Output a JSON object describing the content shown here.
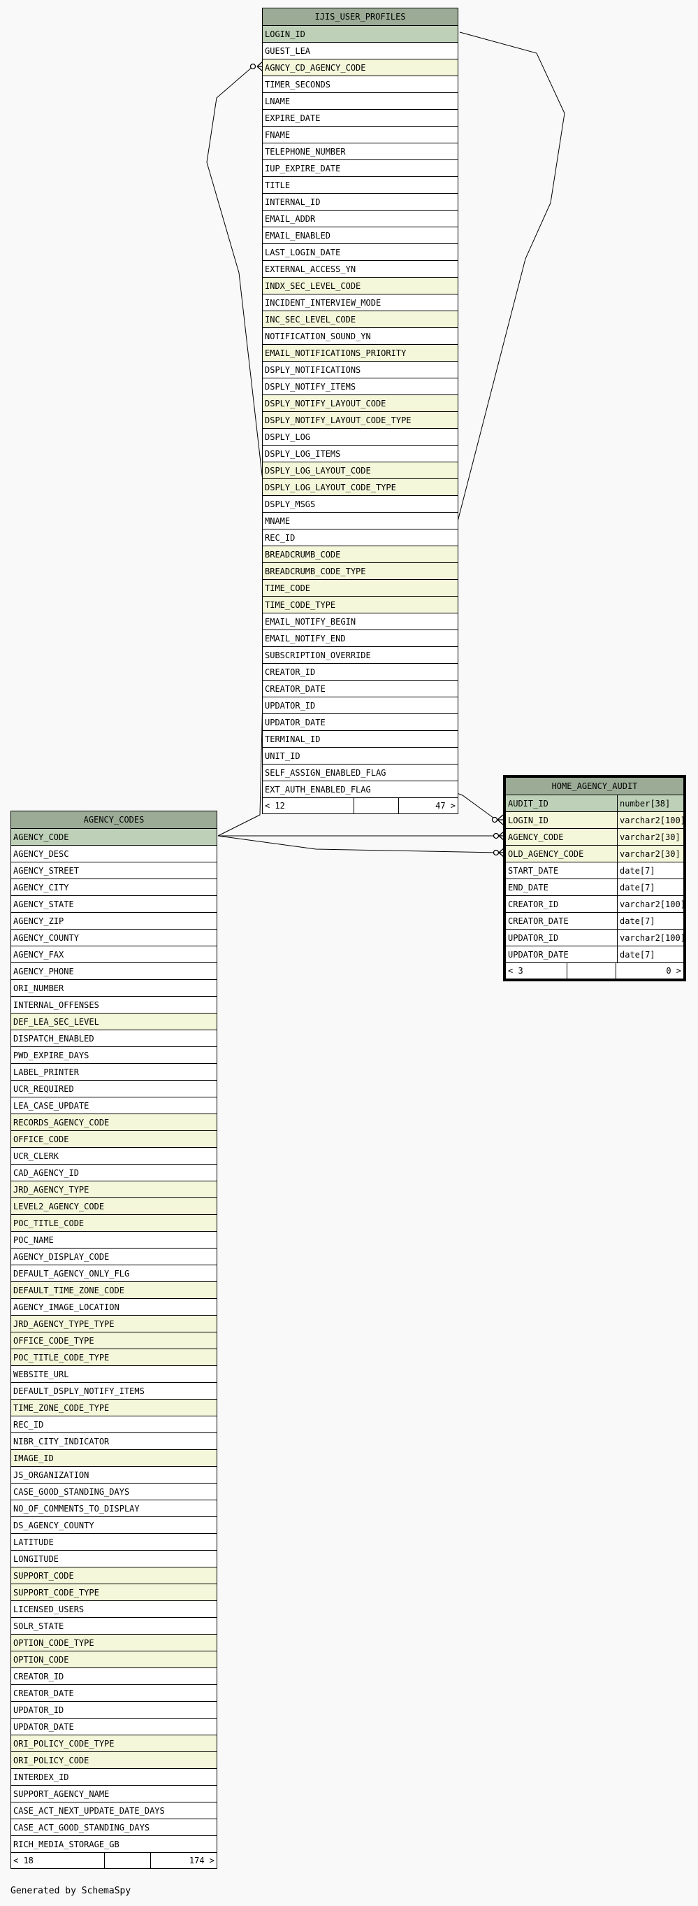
{
  "colors": {
    "background": "#f9f9f9",
    "header": "#9bab96",
    "primary_key_row": "#bed1b8",
    "foreign_key_row": "#f4f7da",
    "normal_row": "#ffffff"
  },
  "tables": {
    "ijis_user_profiles": {
      "name": "IJIS_USER_PROFILES",
      "columns": [
        {
          "name": "LOGIN_ID",
          "kind": "pk"
        },
        {
          "name": "GUEST_LEA",
          "kind": "nm"
        },
        {
          "name": "AGNCY_CD_AGENCY_CODE",
          "kind": "fk"
        },
        {
          "name": "TIMER_SECONDS",
          "kind": "nm"
        },
        {
          "name": "LNAME",
          "kind": "nm"
        },
        {
          "name": "EXPIRE_DATE",
          "kind": "nm"
        },
        {
          "name": "FNAME",
          "kind": "nm"
        },
        {
          "name": "TELEPHONE_NUMBER",
          "kind": "nm"
        },
        {
          "name": "IUP_EXPIRE_DATE",
          "kind": "nm"
        },
        {
          "name": "TITLE",
          "kind": "nm"
        },
        {
          "name": "INTERNAL_ID",
          "kind": "nm"
        },
        {
          "name": "EMAIL_ADDR",
          "kind": "nm"
        },
        {
          "name": "EMAIL_ENABLED",
          "kind": "nm"
        },
        {
          "name": "LAST_LOGIN_DATE",
          "kind": "nm"
        },
        {
          "name": "EXTERNAL_ACCESS_YN",
          "kind": "nm"
        },
        {
          "name": "INDX_SEC_LEVEL_CODE",
          "kind": "fk"
        },
        {
          "name": "INCIDENT_INTERVIEW_MODE",
          "kind": "nm"
        },
        {
          "name": "INC_SEC_LEVEL_CODE",
          "kind": "fk"
        },
        {
          "name": "NOTIFICATION_SOUND_YN",
          "kind": "nm"
        },
        {
          "name": "EMAIL_NOTIFICATIONS_PRIORITY",
          "kind": "fk"
        },
        {
          "name": "DSPLY_NOTIFICATIONS",
          "kind": "nm"
        },
        {
          "name": "DSPLY_NOTIFY_ITEMS",
          "kind": "nm"
        },
        {
          "name": "DSPLY_NOTIFY_LAYOUT_CODE",
          "kind": "fk"
        },
        {
          "name": "DSPLY_NOTIFY_LAYOUT_CODE_TYPE",
          "kind": "fk"
        },
        {
          "name": "DSPLY_LOG",
          "kind": "nm"
        },
        {
          "name": "DSPLY_LOG_ITEMS",
          "kind": "nm"
        },
        {
          "name": "DSPLY_LOG_LAYOUT_CODE",
          "kind": "fk"
        },
        {
          "name": "DSPLY_LOG_LAYOUT_CODE_TYPE",
          "kind": "fk"
        },
        {
          "name": "DSPLY_MSGS",
          "kind": "nm"
        },
        {
          "name": "MNAME",
          "kind": "nm"
        },
        {
          "name": "REC_ID",
          "kind": "nm"
        },
        {
          "name": "BREADCRUMB_CODE",
          "kind": "fk"
        },
        {
          "name": "BREADCRUMB_CODE_TYPE",
          "kind": "fk"
        },
        {
          "name": "TIME_CODE",
          "kind": "fk"
        },
        {
          "name": "TIME_CODE_TYPE",
          "kind": "fk"
        },
        {
          "name": "EMAIL_NOTIFY_BEGIN",
          "kind": "nm"
        },
        {
          "name": "EMAIL_NOTIFY_END",
          "kind": "nm"
        },
        {
          "name": "SUBSCRIPTION_OVERRIDE",
          "kind": "nm"
        },
        {
          "name": "CREATOR_ID",
          "kind": "nm"
        },
        {
          "name": "CREATOR_DATE",
          "kind": "nm"
        },
        {
          "name": "UPDATOR_ID",
          "kind": "nm"
        },
        {
          "name": "UPDATOR_DATE",
          "kind": "nm"
        },
        {
          "name": "TERMINAL_ID",
          "kind": "nm"
        },
        {
          "name": "UNIT_ID",
          "kind": "nm"
        },
        {
          "name": "SELF_ASSIGN_ENABLED_FLAG",
          "kind": "nm"
        },
        {
          "name": "EXT_AUTH_ENABLED_FLAG",
          "kind": "nm"
        }
      ],
      "footer": {
        "parents": "< 12",
        "middle": "",
        "children": "47 >"
      }
    },
    "agency_codes": {
      "name": "AGENCY_CODES",
      "columns": [
        {
          "name": "AGENCY_CODE",
          "kind": "pk"
        },
        {
          "name": "AGENCY_DESC",
          "kind": "nm"
        },
        {
          "name": "AGENCY_STREET",
          "kind": "nm"
        },
        {
          "name": "AGENCY_CITY",
          "kind": "nm"
        },
        {
          "name": "AGENCY_STATE",
          "kind": "nm"
        },
        {
          "name": "AGENCY_ZIP",
          "kind": "nm"
        },
        {
          "name": "AGENCY_COUNTY",
          "kind": "nm"
        },
        {
          "name": "AGENCY_FAX",
          "kind": "nm"
        },
        {
          "name": "AGENCY_PHONE",
          "kind": "nm"
        },
        {
          "name": "ORI_NUMBER",
          "kind": "nm"
        },
        {
          "name": "INTERNAL_OFFENSES",
          "kind": "nm"
        },
        {
          "name": "DEF_LEA_SEC_LEVEL",
          "kind": "fk"
        },
        {
          "name": "DISPATCH_ENABLED",
          "kind": "nm"
        },
        {
          "name": "PWD_EXPIRE_DAYS",
          "kind": "nm"
        },
        {
          "name": "LABEL_PRINTER",
          "kind": "nm"
        },
        {
          "name": "UCR_REQUIRED",
          "kind": "nm"
        },
        {
          "name": "LEA_CASE_UPDATE",
          "kind": "nm"
        },
        {
          "name": "RECORDS_AGENCY_CODE",
          "kind": "fk"
        },
        {
          "name": "OFFICE_CODE",
          "kind": "fk"
        },
        {
          "name": "UCR_CLERK",
          "kind": "nm"
        },
        {
          "name": "CAD_AGENCY_ID",
          "kind": "nm"
        },
        {
          "name": "JRD_AGENCY_TYPE",
          "kind": "fk"
        },
        {
          "name": "LEVEL2_AGENCY_CODE",
          "kind": "fk"
        },
        {
          "name": "POC_TITLE_CODE",
          "kind": "fk"
        },
        {
          "name": "POC_NAME",
          "kind": "nm"
        },
        {
          "name": "AGENCY_DISPLAY_CODE",
          "kind": "nm"
        },
        {
          "name": "DEFAULT_AGENCY_ONLY_FLG",
          "kind": "nm"
        },
        {
          "name": "DEFAULT_TIME_ZONE_CODE",
          "kind": "fk"
        },
        {
          "name": "AGENCY_IMAGE_LOCATION",
          "kind": "nm"
        },
        {
          "name": "JRD_AGENCY_TYPE_TYPE",
          "kind": "fk"
        },
        {
          "name": "OFFICE_CODE_TYPE",
          "kind": "fk"
        },
        {
          "name": "POC_TITLE_CODE_TYPE",
          "kind": "fk"
        },
        {
          "name": "WEBSITE_URL",
          "kind": "nm"
        },
        {
          "name": "DEFAULT_DSPLY_NOTIFY_ITEMS",
          "kind": "nm"
        },
        {
          "name": "TIME_ZONE_CODE_TYPE",
          "kind": "fk"
        },
        {
          "name": "REC_ID",
          "kind": "nm"
        },
        {
          "name": "NIBR_CITY_INDICATOR",
          "kind": "nm"
        },
        {
          "name": "IMAGE_ID",
          "kind": "fk"
        },
        {
          "name": "JS_ORGANIZATION",
          "kind": "nm"
        },
        {
          "name": "CASE_GOOD_STANDING_DAYS",
          "kind": "nm"
        },
        {
          "name": "NO_OF_COMMENTS_TO_DISPLAY",
          "kind": "nm"
        },
        {
          "name": "DS_AGENCY_COUNTY",
          "kind": "nm"
        },
        {
          "name": "LATITUDE",
          "kind": "nm"
        },
        {
          "name": "LONGITUDE",
          "kind": "nm"
        },
        {
          "name": "SUPPORT_CODE",
          "kind": "fk"
        },
        {
          "name": "SUPPORT_CODE_TYPE",
          "kind": "fk"
        },
        {
          "name": "LICENSED_USERS",
          "kind": "nm"
        },
        {
          "name": "SOLR_STATE",
          "kind": "nm"
        },
        {
          "name": "OPTION_CODE_TYPE",
          "kind": "fk"
        },
        {
          "name": "OPTION_CODE",
          "kind": "fk"
        },
        {
          "name": "CREATOR_ID",
          "kind": "nm"
        },
        {
          "name": "CREATOR_DATE",
          "kind": "nm"
        },
        {
          "name": "UPDATOR_ID",
          "kind": "nm"
        },
        {
          "name": "UPDATOR_DATE",
          "kind": "nm"
        },
        {
          "name": "ORI_POLICY_CODE_TYPE",
          "kind": "fk"
        },
        {
          "name": "ORI_POLICY_CODE",
          "kind": "fk"
        },
        {
          "name": "INTERDEX_ID",
          "kind": "nm"
        },
        {
          "name": "SUPPORT_AGENCY_NAME",
          "kind": "nm"
        },
        {
          "name": "CASE_ACT_NEXT_UPDATE_DATE_DAYS",
          "kind": "nm"
        },
        {
          "name": "CASE_ACT_GOOD_STANDING_DAYS",
          "kind": "nm"
        },
        {
          "name": "RICH_MEDIA_STORAGE_GB",
          "kind": "nm"
        }
      ],
      "footer": {
        "parents": "< 18",
        "middle": "",
        "children": "174 >"
      }
    },
    "home_agency_audit": {
      "name": "HOME_AGENCY_AUDIT",
      "columns": [
        {
          "name": "AUDIT_ID",
          "type": "number[38]",
          "kind": "pk"
        },
        {
          "name": "LOGIN_ID",
          "type": "varchar2[100]",
          "kind": "fk"
        },
        {
          "name": "AGENCY_CODE",
          "type": "varchar2[30]",
          "kind": "fk"
        },
        {
          "name": "OLD_AGENCY_CODE",
          "type": "varchar2[30]",
          "kind": "fk"
        },
        {
          "name": "START_DATE",
          "type": "date[7]",
          "kind": "nm"
        },
        {
          "name": "END_DATE",
          "type": "date[7]",
          "kind": "nm"
        },
        {
          "name": "CREATOR_ID",
          "type": "varchar2[100]",
          "kind": "nm"
        },
        {
          "name": "CREATOR_DATE",
          "type": "date[7]",
          "kind": "nm"
        },
        {
          "name": "UPDATOR_ID",
          "type": "varchar2[100]",
          "kind": "nm"
        },
        {
          "name": "UPDATOR_DATE",
          "type": "date[7]",
          "kind": "nm"
        }
      ],
      "footer": {
        "parents": "< 3",
        "middle": "",
        "children": "0 >"
      }
    }
  },
  "caption": "Generated by SchemaSpy"
}
